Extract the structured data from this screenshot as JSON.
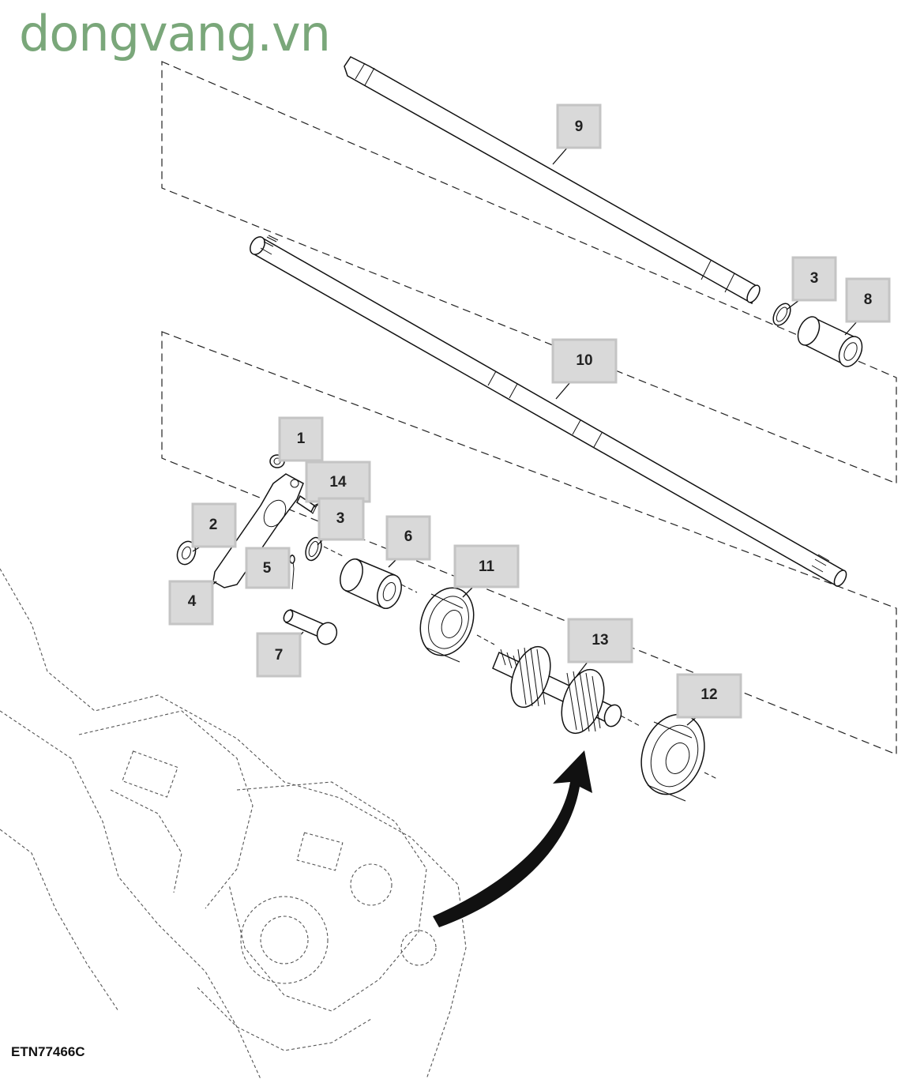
{
  "watermark": {
    "text": "dongvang.vn",
    "color": "#7aa77a"
  },
  "figure_code": "ETN77466C",
  "callouts": [
    {
      "id": "c9",
      "label": "9"
    },
    {
      "id": "c3a",
      "label": "3"
    },
    {
      "id": "c8",
      "label": "8"
    },
    {
      "id": "c10",
      "label": "10"
    },
    {
      "id": "c1",
      "label": "1"
    },
    {
      "id": "c14",
      "label": "14"
    },
    {
      "id": "c3b",
      "label": "3"
    },
    {
      "id": "c2",
      "label": "2"
    },
    {
      "id": "c6",
      "label": "6"
    },
    {
      "id": "c5",
      "label": "5"
    },
    {
      "id": "c11",
      "label": "11"
    },
    {
      "id": "c4",
      "label": "4"
    },
    {
      "id": "c13",
      "label": "13"
    },
    {
      "id": "c7",
      "label": "7"
    },
    {
      "id": "c12",
      "label": "12"
    }
  ]
}
